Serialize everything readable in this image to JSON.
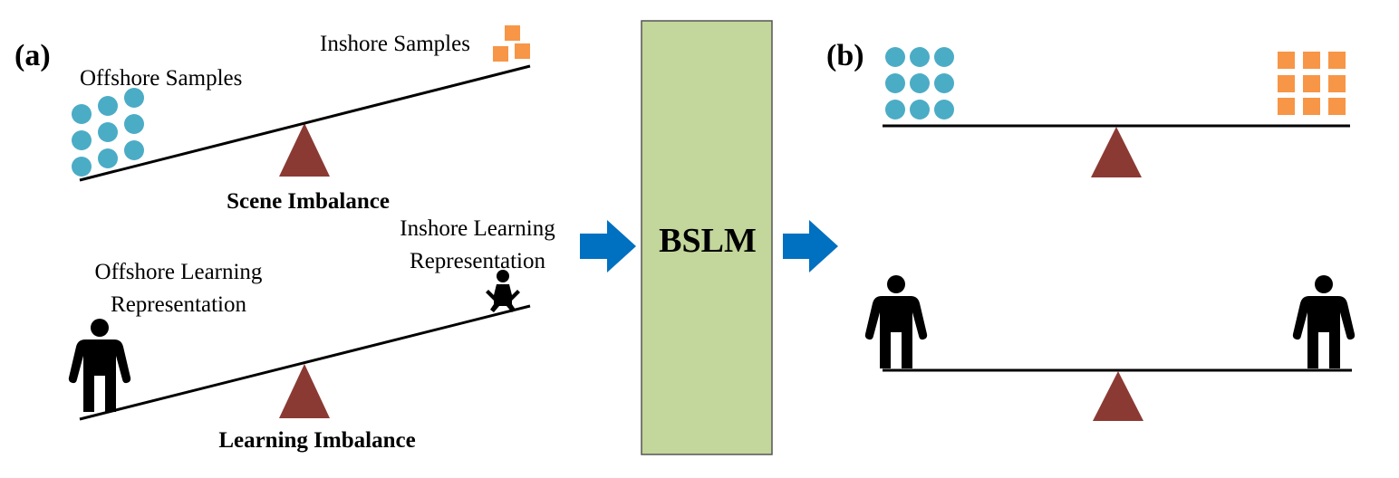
{
  "panels": {
    "a_label": "(a)",
    "b_label": "(b)"
  },
  "left": {
    "inshore_samples": "Inshore Samples",
    "offshore_samples": "Offshore Samples",
    "scene_caption": "Scene Imbalance",
    "inshore_learning_line1": "Inshore Learning",
    "inshore_learning_line2": "Representation",
    "offshore_learning_line1": "Offshore Learning",
    "offshore_learning_line2": "Representation",
    "learning_caption": "Learning Imbalance"
  },
  "center": {
    "title": "BSLM"
  },
  "colors": {
    "circle": "#4bacc6",
    "square": "#f79646",
    "fulcrum": "#8b3a33",
    "block": "#c3d69b",
    "arrow": "#0070c0",
    "figure": "#000000"
  },
  "icons": {
    "offshore_sample": "blue-circle-icon",
    "inshore_sample": "orange-square-icon",
    "adult": "adult-person-icon",
    "baby": "baby-icon",
    "arrow": "right-arrow-icon"
  }
}
